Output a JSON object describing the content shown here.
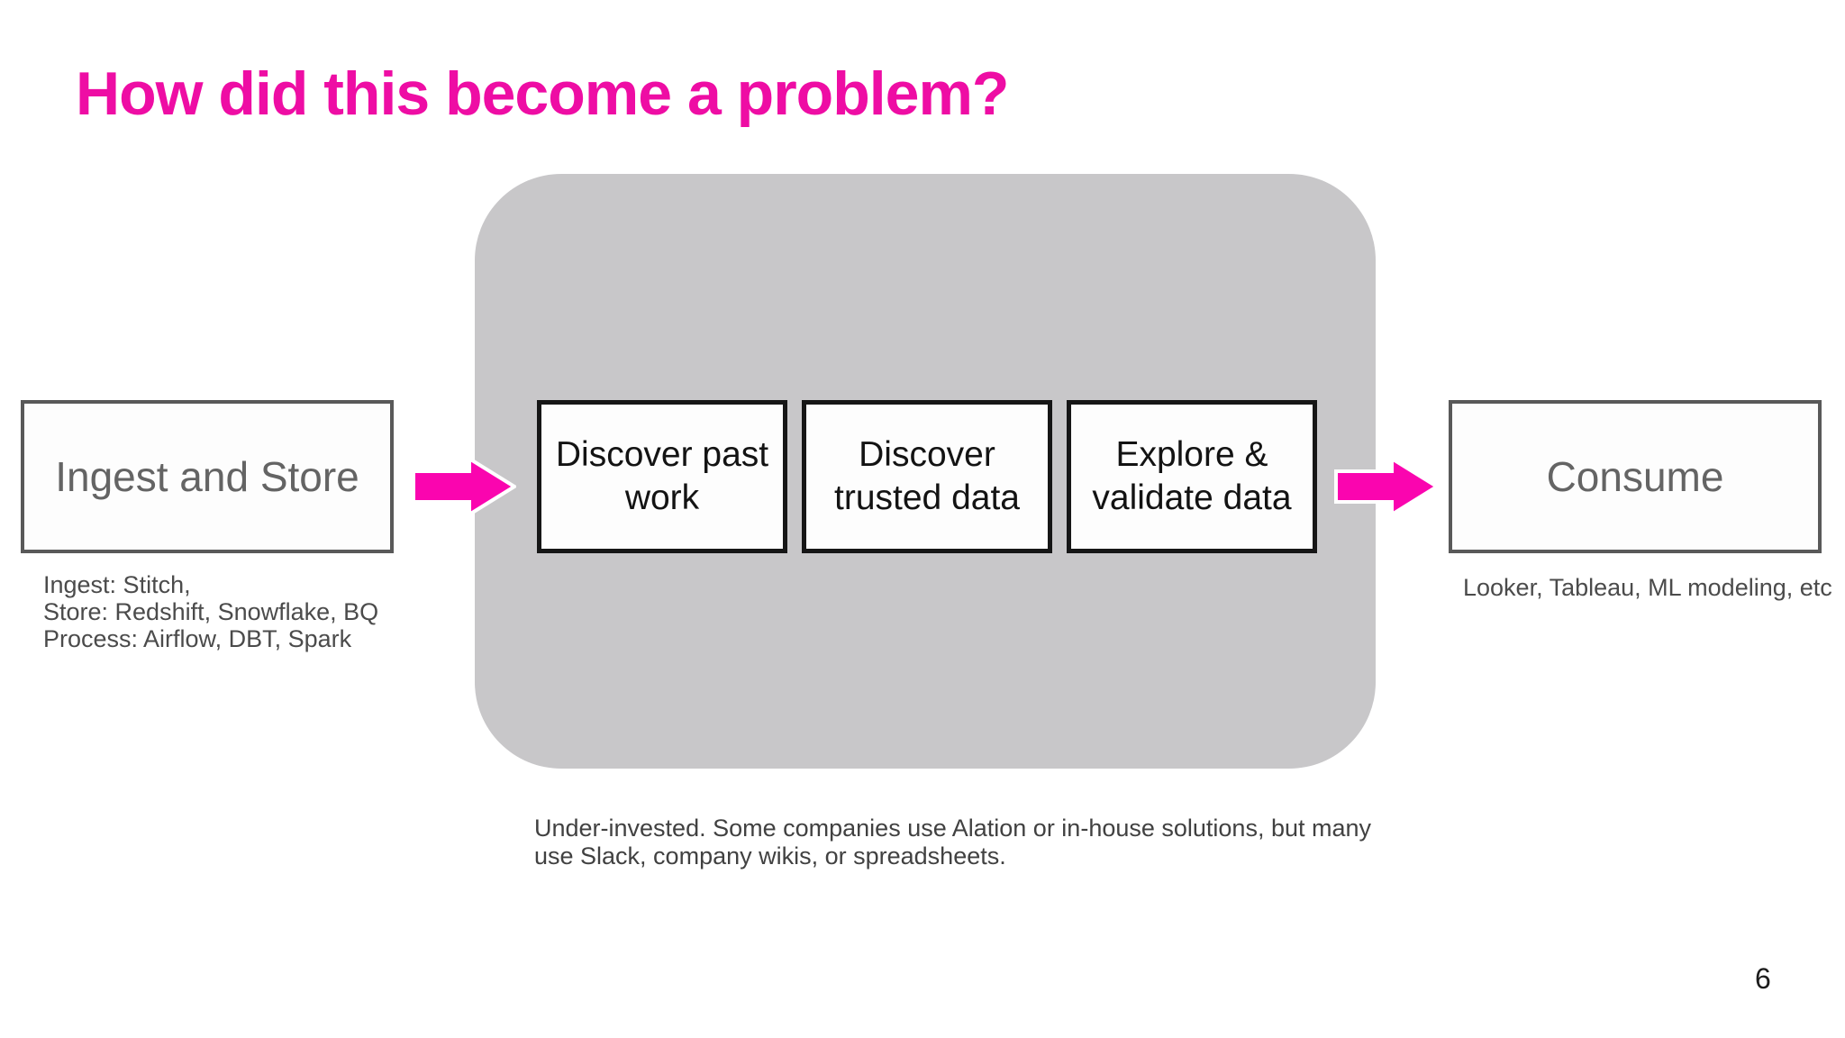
{
  "slide": {
    "title": "How did this become a problem?",
    "page_number": "6"
  },
  "colors": {
    "title": "#EE0DA4",
    "arrow": "#FA05AF",
    "container_fill": "#C8C7C9",
    "outer_box_border": "#595959",
    "outer_box_text": "#646464",
    "middle_box_border": "#161616",
    "middle_box_text": "#131313",
    "notes_text": "#4B4B4B",
    "caption_text": "#414141"
  },
  "flow": {
    "ingest_box": {
      "label": "Ingest and Store",
      "notes": [
        "Ingest: Stitch,",
        "Store: Redshift, Snowflake, BQ",
        "Process: Airflow, DBT, Spark"
      ]
    },
    "middle_boxes": [
      {
        "lines": [
          "Discover past",
          "work"
        ]
      },
      {
        "lines": [
          "Discover",
          "trusted data"
        ]
      },
      {
        "lines": [
          "Explore &",
          "validate data"
        ]
      }
    ],
    "consume_box": {
      "label": "Consume",
      "note": "Looker, Tableau, ML modeling, etc"
    },
    "caption_lines": [
      "Under-invested. Some companies use Alation or in-house solutions, but many",
      "use Slack, company wikis, or spreadsheets."
    ]
  }
}
